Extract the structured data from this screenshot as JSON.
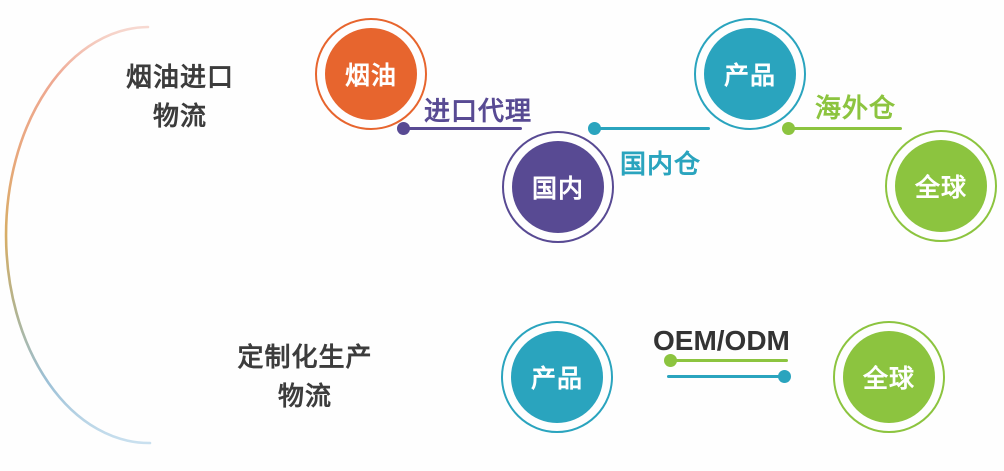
{
  "colors": {
    "orange": "#e7652e",
    "purple": "#584a93",
    "teal": "#2aa4be",
    "green": "#8cc43f",
    "text_dark": "#3c3c3c",
    "background": "#fefefe",
    "arc_gradient": [
      "#f7d9d1",
      "#efa993",
      "#e8a87c",
      "#d7ad66",
      "#b2b38e",
      "#9cc0d6",
      "#c9e0ef"
    ]
  },
  "flows": [
    {
      "id": "import-logistics",
      "label_line1": "烟油进口",
      "label_line2": "物流",
      "nodes": [
        {
          "label": "烟油",
          "color": "#e7652e"
        },
        {
          "label": "国内",
          "color": "#584a93"
        },
        {
          "label": "产品",
          "color": "#2aa4be"
        },
        {
          "label": "全球",
          "color": "#8cc43f"
        }
      ],
      "connectors": [
        {
          "label": "进口代理",
          "color": "#584a93"
        },
        {
          "label": "国内仓",
          "color": "#2aa4be"
        },
        {
          "label": "海外仓",
          "color": "#8cc43f"
        }
      ]
    },
    {
      "id": "oem-logistics",
      "label_line1": "定制化生产",
      "label_line2": "物流",
      "nodes": [
        {
          "label": "产品",
          "color": "#2aa4be"
        },
        {
          "label": "全球",
          "color": "#8cc43f"
        }
      ],
      "connectors": [
        {
          "label": "OEM/ODM",
          "color": "#333333"
        }
      ]
    }
  ]
}
